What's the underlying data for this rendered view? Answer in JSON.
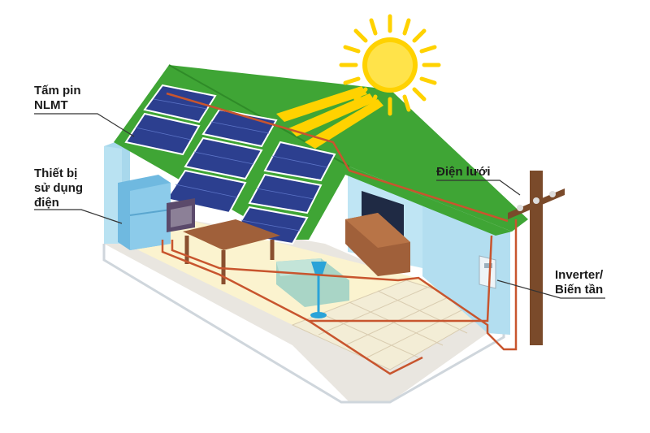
{
  "labels": {
    "solar_panel": [
      "Tấm pin",
      "NLMT"
    ],
    "device": [
      "Thiết bị",
      "sử dụng",
      "điện"
    ],
    "grid": [
      "Điện lưới"
    ],
    "inverter": [
      "Inverter/",
      "Biến tần"
    ]
  },
  "colors": {
    "roof": "#3fa535",
    "sun": "#ffd200",
    "wire": "#c8552e",
    "wall": "#b9e2f2",
    "floor": "#fbf3cf",
    "pole": "#7a4a2a",
    "panel": "#2c3f8f"
  }
}
